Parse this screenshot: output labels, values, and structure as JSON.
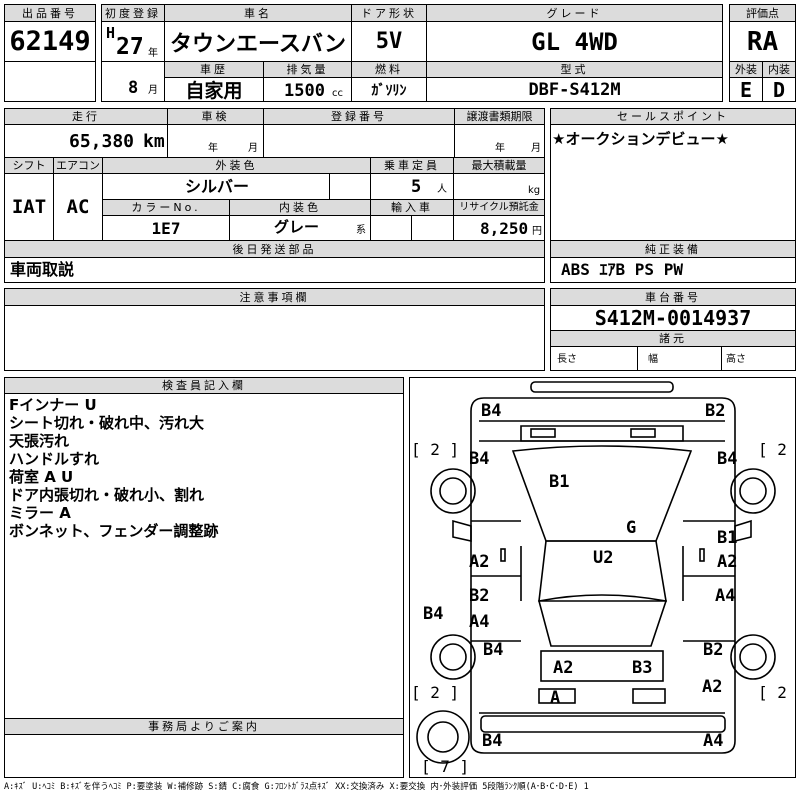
{
  "header": {
    "lot_label": "出品番号",
    "lot_value": "62149",
    "first_reg_label": "初度登録",
    "era": "H",
    "year_value": "27",
    "year_unit": "年",
    "month_value": "8",
    "month_unit": "月",
    "name_label": "車名",
    "name_value": "タウンエースバン",
    "history_label": "車歴",
    "history_value": "自家用",
    "displacement_label": "排気量",
    "displacement_value": "1500",
    "displacement_unit": "cc",
    "door_label": "ドア形状",
    "door_value": "5V",
    "fuel_label": "燃料",
    "fuel_value": "ｶﾞｿﾘﾝ",
    "grade_label": "グレード",
    "grade_value": "GL 4WD",
    "model_label": "型式",
    "model_value": "DBF-S412M",
    "score_label": "評価点",
    "score_value": "RA",
    "ext_label": "外装",
    "ext_value": "E",
    "int_label": "内装",
    "int_value": "D"
  },
  "row2": {
    "mileage_label": "走行",
    "mileage_value": "65,380",
    "mileage_unit": "km",
    "inspection_label": "車検",
    "inspection_year": "年",
    "inspection_month": "月",
    "regno_label": "登録番号",
    "transfer_label": "譲渡書類期限",
    "transfer_year": "年",
    "transfer_month": "月",
    "sales_label": "セールスポイント",
    "sales_value": "★オークションデビュー★"
  },
  "row3": {
    "shift_label": "シフト",
    "shift_value": "IAT",
    "ac_label": "エアコン",
    "ac_value": "AC",
    "color_label": "外装色",
    "color_value": "シルバー",
    "capacity_label": "乗車定員",
    "capacity_value": "5",
    "capacity_unit": "人",
    "load_label": "最大積載量",
    "load_unit": "kg",
    "colorno_label": "カラーNo.",
    "colorno_value": "1E7",
    "intcolor_label": "内装色",
    "intcolor_value": "グレー",
    "intcolor_unit": "系",
    "import_label": "輸入車",
    "recycle_label": "リサイクル預託金",
    "recycle_value": "8,250",
    "recycle_unit": "円"
  },
  "parts": {
    "label": "後日発送部品",
    "value": "車両取説",
    "equip_label": "純正装備",
    "equip_value": "ABS ｴｱB PS PW"
  },
  "notes": {
    "label": "注意事項欄",
    "chassis_label": "車台番号",
    "chassis_value": "S412M-0014937",
    "spec_label": "諸元",
    "len_label": "長さ",
    "width_label": "幅",
    "height_label": "高さ"
  },
  "inspector": {
    "label": "検査員記入欄",
    "lines": [
      "Fインナー U",
      "シート切れ・破れ中、汚れ大",
      "天張汚れ",
      "ハンドルすれ",
      "荷室 A U",
      "ドア内張切れ・破れ小、割れ",
      "ミラー A",
      "ボンネット、フェンダー調整跡"
    ]
  },
  "office": {
    "label": "事務局よりご案内"
  },
  "diagram": {
    "marks": {
      "top_left": "B4",
      "top_right": "B2",
      "fl_wheel": "B4",
      "fr_wheel": "B4",
      "hood": "B1",
      "windshield_g": "G",
      "roof": "U2",
      "left_front_door": "A2",
      "right_front_mark": "B1",
      "right_front_door": "A2",
      "left_rear_door_b": "B2",
      "left_rear_door_a": "A4",
      "right_rear_door": "A4",
      "left_side": "B4",
      "rl_wheel": "B4",
      "rr_wheel": "B2",
      "rear_left": "A2",
      "rear_right": "B3",
      "rear_right_low": "A2",
      "plate": "A",
      "bottom_left": "B4",
      "bottom_right": "A4"
    },
    "brackets": {
      "upper_left": "[ 2 ]",
      "upper_right": "[ 2 ]",
      "lower_left": "[ 2 ]",
      "lower_right": "[ 2 ]",
      "spare": "[ 7 ]"
    }
  },
  "legend": "A:ｷｽﾞ U:ﾍｺﾐ B:ｷｽﾞを伴うﾍｺﾐ P:要塗装 W:補修跡 S:錆 C:腐食 G:ﾌﾛﾝﾄｶﾞﾗｽ点ｷｽﾞ XX:交換済み X:要交換 内･外装評価 5段階ﾗﾝｸ順(A･B･C･D･E) 1"
}
